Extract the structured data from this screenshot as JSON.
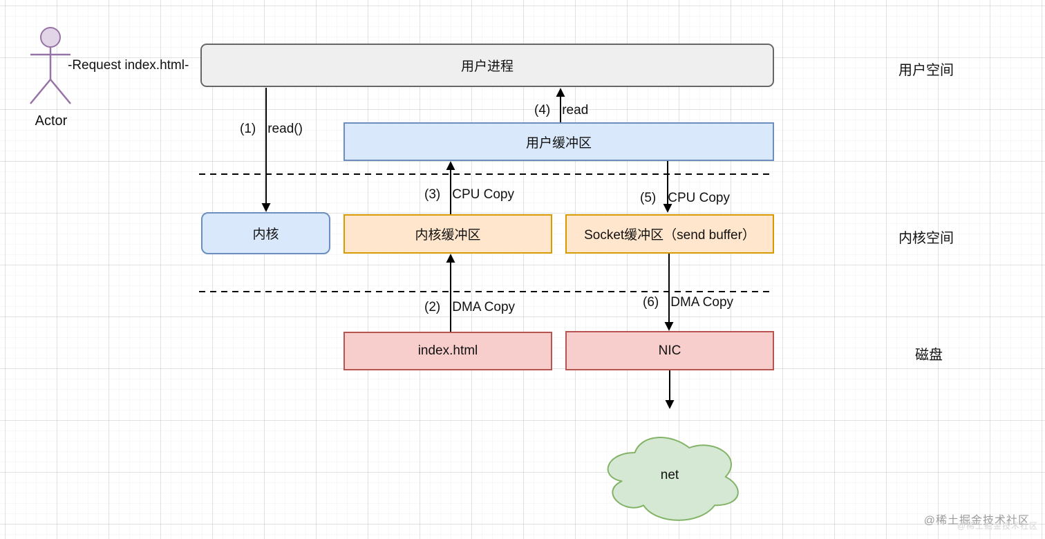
{
  "diagram": {
    "title_context": "traditional read + send data copy flow",
    "actor": {
      "label": "Actor"
    },
    "request_label": "-Request index.html-",
    "boxes": {
      "user_process": "用户进程",
      "user_buffer": "用户缓冲区",
      "kernel": "内核",
      "kernel_buffer": "内核缓冲区",
      "socket_buffer": "Socket缓冲区（send buffer）",
      "index_html": "index.html",
      "nic": "NIC",
      "net_cloud": "net"
    },
    "region_labels": {
      "user_space": "用户空间",
      "kernel_space": "内核空间",
      "disk": "磁盘"
    },
    "steps": [
      {
        "num": "(1)",
        "text": "read()"
      },
      {
        "num": "(2)",
        "text": "DMA Copy"
      },
      {
        "num": "(3)",
        "text": "CPU Copy"
      },
      {
        "num": "(4)",
        "text": "read"
      },
      {
        "num": "(5)",
        "text": "CPU Copy"
      },
      {
        "num": "(6)",
        "text": "DMA Copy"
      }
    ],
    "watermark": "@稀土掘金技术社区",
    "colors": {
      "process_fill": "#efefef",
      "process_border": "#666666",
      "buffer_blue_fill": "#dae8fc",
      "buffer_blue_border": "#6c8ebf",
      "buffer_orange_fill": "#ffe6cc",
      "buffer_orange_border": "#d79b00",
      "disk_pink_fill": "#f8cecc",
      "disk_pink_border": "#b85450",
      "cloud_green_fill": "#d5e8d4",
      "cloud_green_border": "#82b366",
      "actor_fill": "#e1d5e7",
      "actor_border": "#9673a6",
      "line_color": "#000000"
    }
  }
}
